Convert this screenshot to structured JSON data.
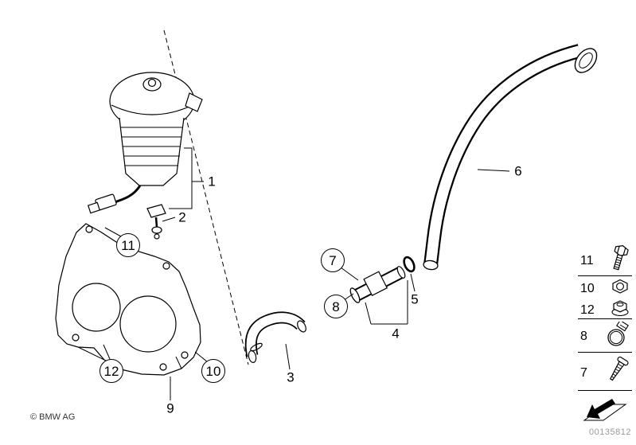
{
  "footer": {
    "copyright": "© BMW AG",
    "part_number": "00135812"
  },
  "callouts": {
    "n1": "1",
    "n2": "2",
    "n3": "3",
    "n4": "4",
    "n5": "5",
    "n6": "6",
    "n7": "7",
    "n8": "8",
    "n9": "9",
    "n10": "10",
    "n11": "11",
    "n12": "12"
  },
  "legend": {
    "items": [
      {
        "label": "11",
        "icon": "hex-bolt-icon"
      },
      {
        "label": "10",
        "icon": "hex-nut-icon"
      },
      {
        "label": "12",
        "icon": "flange-nut-icon"
      },
      {
        "label": "8",
        "icon": "hose-clamp-icon"
      },
      {
        "label": "7",
        "icon": "screw-icon"
      }
    ],
    "direction_icon": "front-direction-arrow-icon"
  },
  "colors": {
    "line": "#000000",
    "background": "#ffffff",
    "part_number_text": "#9a9a9a"
  }
}
